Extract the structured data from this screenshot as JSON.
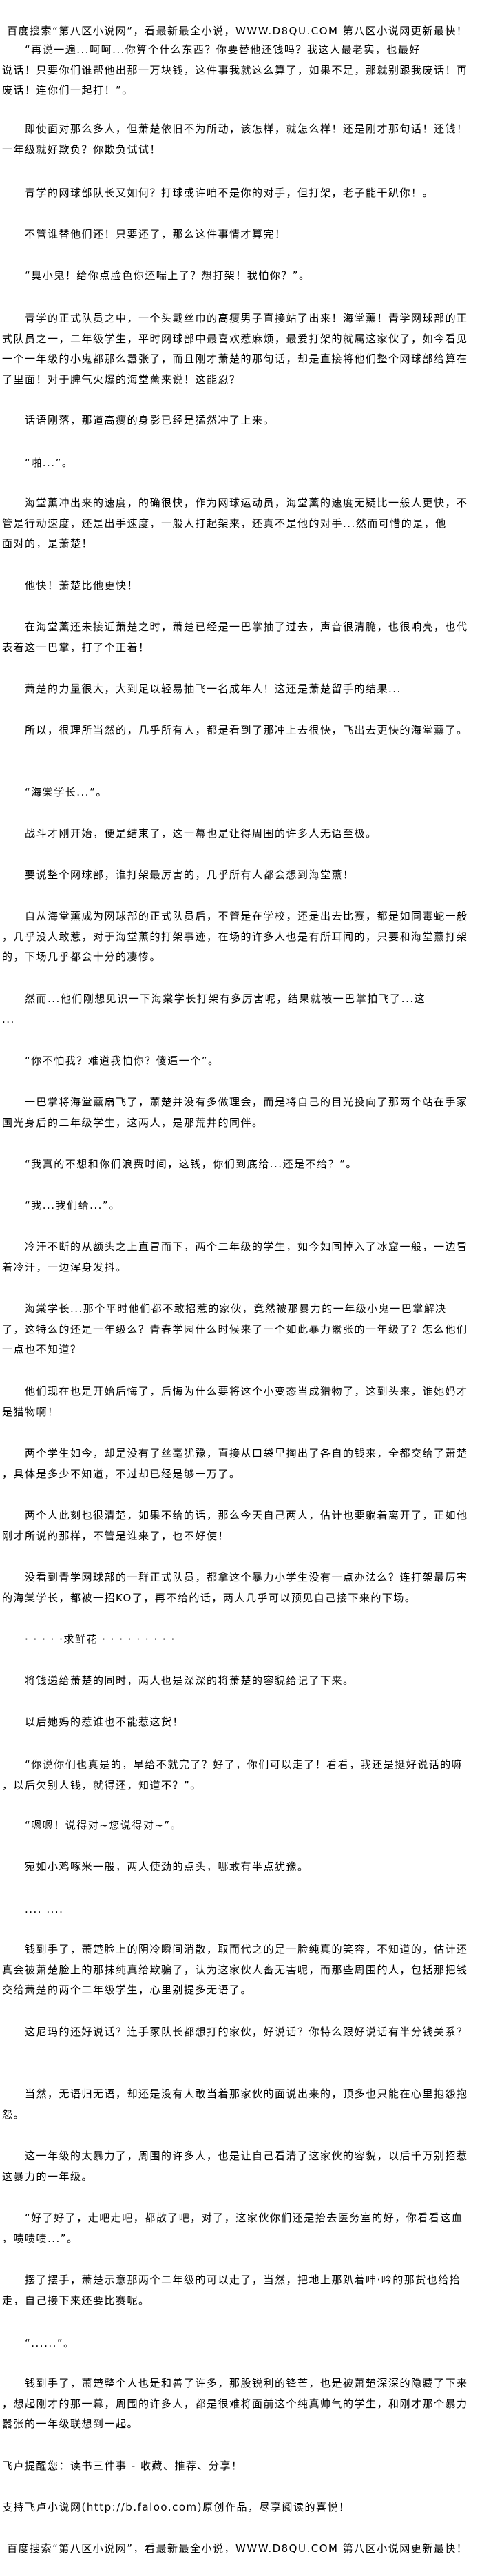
{
  "header": {
    "banner": "百度搜索“第八区小说网”，看最新最全小说，WWW.D8QU.COM  第八区小说网更新最快！"
  },
  "paragraphs": [
    {
      "indent": true,
      "lines": [
        "“再说一遍...呵呵...你算个什么东西？你要替他还钱吗？我这人最老实，也最好",
        "说话！只要你们谁帮他出那一万块钱，这件事我就这么算了，如果不是，那就别跟我废话！再",
        "废话！连你们一起打！”。"
      ]
    },
    {
      "indent": true,
      "lines": [
        "即使面对那么多人，但萧楚依旧不为所动，该怎样，就怎么样！还是刚才那句话！还钱！",
        "一年级就好欺负？你欺负试试！"
      ]
    },
    {
      "indent": true,
      "lines": [
        "青学的网球部队长又如何？打球或许咱不是你的对手，但打架，老子能干趴你！。"
      ]
    },
    {
      "indent": true,
      "lines": [
        "不管谁替他们还！只要还了，那么这件事情才算完！"
      ]
    },
    {
      "indent": true,
      "lines": [
        "“臭小鬼！给你点脸色你还喘上了？想打架！我怕你？”。"
      ]
    },
    {
      "indent": true,
      "lines": [
        "青学的正式队员之中，一个头戴丝巾的高瘦男子直接站了出来！海堂薰！青学网球部的正",
        "式队员之一，二年级学生，平时网球部中最喜欢惹麻烦，最爱打架的就属这家伙了，如今看见",
        "一个一年级的小鬼都那么嚣张了，而且刚才萧楚的那句话，却是直接将他们整个网球部给算在",
        "了里面！对于脾气火爆的海堂薰来说！这能忍？"
      ]
    },
    {
      "indent": true,
      "lines": [
        "话语刚落，那道高瘦的身影已经是猛然冲了上来。"
      ]
    },
    {
      "indent": true,
      "lines": [
        "“啪...”。"
      ]
    },
    {
      "indent": true,
      "lines": [
        "海堂薰冲出来的速度，的确很快，作为网球运动员，海堂薰的速度无疑比一般人更快，不",
        "管是行动速度，还是出手速度，一般人打起架来，还真不是他的对手...然而可惜的是，他",
        "面对的，是萧楚！"
      ]
    },
    {
      "indent": true,
      "lines": [
        "他快！萧楚比他更快！"
      ]
    },
    {
      "indent": true,
      "lines": [
        "在海堂薰还未接近萧楚之时，萧楚已经是一巴掌抽了过去，声音很清脆，也很响亮，也代",
        "表着这一巴掌，打了个正着！"
      ]
    },
    {
      "indent": true,
      "lines": [
        "萧楚的力量很大，大到足以轻易抽飞一名成年人！这还是萧楚留手的结果..."
      ]
    },
    {
      "indent": true,
      "lines": [
        "所以，很理所当然的，几乎所有人，都是看到了那冲上去很快，飞出去更快的海堂薰了。"
      ]
    },
    {
      "indent": true,
      "lines": [
        "“海棠学长...”。"
      ]
    },
    {
      "indent": true,
      "lines": [
        "战斗才刚开始，便是结束了，这一幕也是让得周围的许多人无语至极。"
      ]
    },
    {
      "indent": true,
      "lines": [
        "要说整个网球部，谁打架最厉害的，几乎所有人都会想到海堂薰！"
      ]
    },
    {
      "indent": true,
      "lines": [
        "自从海堂薰成为网球部的正式队员后，不管是在学校，还是出去比赛，都是如同毒蛇一般",
        "，几乎没人敢惹，对于海堂薰的打架事迹，在场的许多人也是有所耳闻的，只要和海堂薰打架",
        "的，下场几乎都会十分的凄惨。"
      ]
    },
    {
      "indent": true,
      "lines": [
        "然而...他们刚想见识一下海棠学长打架有多厉害呢，结果就被一巴掌拍飞了...这",
        "..."
      ]
    },
    {
      "indent": true,
      "lines": [
        "“你不怕我？难道我怕你？傻逼一个”。"
      ]
    },
    {
      "indent": true,
      "lines": [
        "一巴掌将海堂薰扇飞了，萧楚并没有多做理会，而是将自己的目光投向了那两个站在手冢",
        "国光身后的二年级学生，这两人，是那荒井的同伴。"
      ]
    },
    {
      "indent": true,
      "lines": [
        "“我真的不想和你们浪费时间，这钱，你们到底给...还是不给？”。"
      ]
    },
    {
      "indent": true,
      "lines": [
        "“我...我们给...”。"
      ]
    },
    {
      "indent": true,
      "lines": [
        "冷汗不断的从额头之上直冒而下，两个二年级的学生，如今如同掉入了冰窟一般，一边冒",
        "着冷汗，一边浑身发抖。"
      ]
    },
    {
      "indent": true,
      "lines": [
        "海棠学长...那个平时他们都不敢招惹的家伙，竟然被那暴力的一年级小鬼一巴掌解决",
        "了，这特么的还是一年级么？青春学园什么时候来了一个如此暴力嚣张的一年级了？怎么他们",
        "一点也不知道？"
      ]
    },
    {
      "indent": true,
      "lines": [
        "他们现在也是开始后悔了，后悔为什么要将这个小变态当成猎物了，这到头来，谁她妈才",
        "是猎物啊！"
      ]
    },
    {
      "indent": true,
      "lines": [
        "两个学生如今，却是没有了丝毫犹豫，直接从口袋里掏出了各自的钱来，全都交给了萧楚",
        "，具体是多少不知道，不过却已经是够一万了。"
      ]
    },
    {
      "indent": true,
      "lines": [
        "两个人此刻也很清楚，如果不给的话，那么今天自己两人，估计也要躺着离开了，正如他",
        "刚才所说的那样，不管是谁来了，也不好使！"
      ]
    },
    {
      "indent": true,
      "lines": [
        "没看到青学网球部的一群正式队员，都拿这个暴力小学生没有一点办法么？连打架最厉害",
        "的海棠学长，都被一招KO了，再不给的话，两人几乎可以预见自己接下来的下场。"
      ]
    },
    {
      "indent": true,
      "lines": [
        "· · · · ·求鲜花 · · · · · · · · ·"
      ]
    },
    {
      "indent": true,
      "lines": [
        "将钱递给萧楚的同时，两人也是深深的将萧楚的容貌给记了下来。"
      ]
    },
    {
      "indent": true,
      "lines": [
        "以后她妈的惹谁也不能惹这货！"
      ]
    },
    {
      "indent": true,
      "lines": [
        "“你说你们也真是的，早给不就完了？好了，你们可以走了！看看，我还是挺好说话的嘛",
        "，以后欠别人钱，就得还，知道不？”。"
      ]
    },
    {
      "indent": true,
      "lines": [
        "“嗯嗯！说得对~您说得对~”。"
      ]
    },
    {
      "indent": true,
      "lines": [
        "宛如小鸡啄米一般，两人使劲的点头，哪敢有半点犹豫。"
      ]
    },
    {
      "indent": true,
      "lines": [
        "....  ...."
      ]
    },
    {
      "indent": true,
      "lines": [
        "钱到手了，萧楚脸上的阴冷瞬间消散，取而代之的是一脸纯真的笑容，不知道的，估计还",
        "真会被萧楚脸上的那抹纯真给欺骗了，认为这家伙人畜无害呢，而那些周围的人，包括那把钱",
        "交给萧楚的两个二年级学生，心里别提多无语了。"
      ]
    },
    {
      "indent": true,
      "lines": [
        "这尼玛的还好说话？连手冢队长都想打的家伙，好说话？你特么跟好说话有半分钱关系？"
      ]
    },
    {
      "indent": true,
      "lines": [
        "当然，无语归无语，却还是没有人敢当着那家伙的面说出来的，顶多也只能在心里抱怨抱",
        "怨。"
      ]
    },
    {
      "indent": true,
      "lines": [
        "这一年级的太暴力了，周围的许多人，也是让自己看清了这家伙的容貌，以后千万别招惹",
        "这暴力的一年级。"
      ]
    },
    {
      "indent": true,
      "lines": [
        "“好了好了，走吧走吧，都散了吧，对了，这家伙你们还是抬去医务室的好，你看看这血",
        "，啧啧啧...”。"
      ]
    },
    {
      "indent": true,
      "lines": [
        "摆了摆手，萧楚示意那两个二年级的可以走了，当然，把地上那趴着呻·吟的那货也给抬",
        "走，自己接下来还要比赛呢。"
      ]
    },
    {
      "indent": true,
      "lines": [
        "“......”。"
      ]
    },
    {
      "indent": true,
      "lines": [
        "钱到手了，萧楚整个人也是和善了许多，那股锐利的锋芒，也是被萧楚深深的隐藏了下来",
        "，想起刚才的那一幕，周围的许多人，都是很难将面前这个纯真帅气的学生，和刚才那个暴力",
        "嚣张的一年级联想到一起。"
      ]
    },
    {
      "indent": false,
      "lines": [
        "飞卢提醒您：读书三件事 - 收藏、推荐、分享！"
      ]
    },
    {
      "indent": false,
      "lines": [
        "支持飞卢小说网(http://b.faloo.com)原创作品，尽享阅读的喜悦！"
      ]
    }
  ],
  "footer": {
    "banner": "百度搜索“第八区小说网”，看最新最全小说，WWW.D8QU.COM  第八区小说网更新最快！"
  }
}
